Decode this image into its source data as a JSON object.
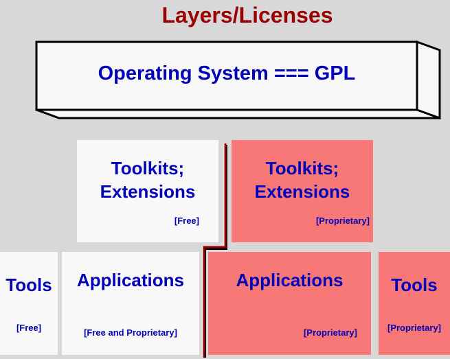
{
  "title": "Layers/Licenses",
  "os_layer": {
    "label": "Operating System === GPL"
  },
  "boxes": {
    "toolkits_free": {
      "label": "Toolkits; Extensions",
      "license": "[Free]"
    },
    "toolkits_proprietary": {
      "label": "Toolkits; Extensions",
      "license": "[Proprietary]"
    },
    "tools_free": {
      "label": "Tools",
      "license": "[Free]"
    },
    "applications_free": {
      "label": "Applications",
      "license": "[Free and Proprietary]"
    },
    "applications_proprietary": {
      "label": "Applications",
      "license": "[Proprietary]"
    },
    "tools_proprietary": {
      "label": "Tools",
      "license": "[Proprietary]"
    }
  },
  "colors": {
    "free": "#f8f8f8",
    "proprietary": "#f87878",
    "text": "#0000b8",
    "title": "#990000",
    "divider": "#900000"
  }
}
